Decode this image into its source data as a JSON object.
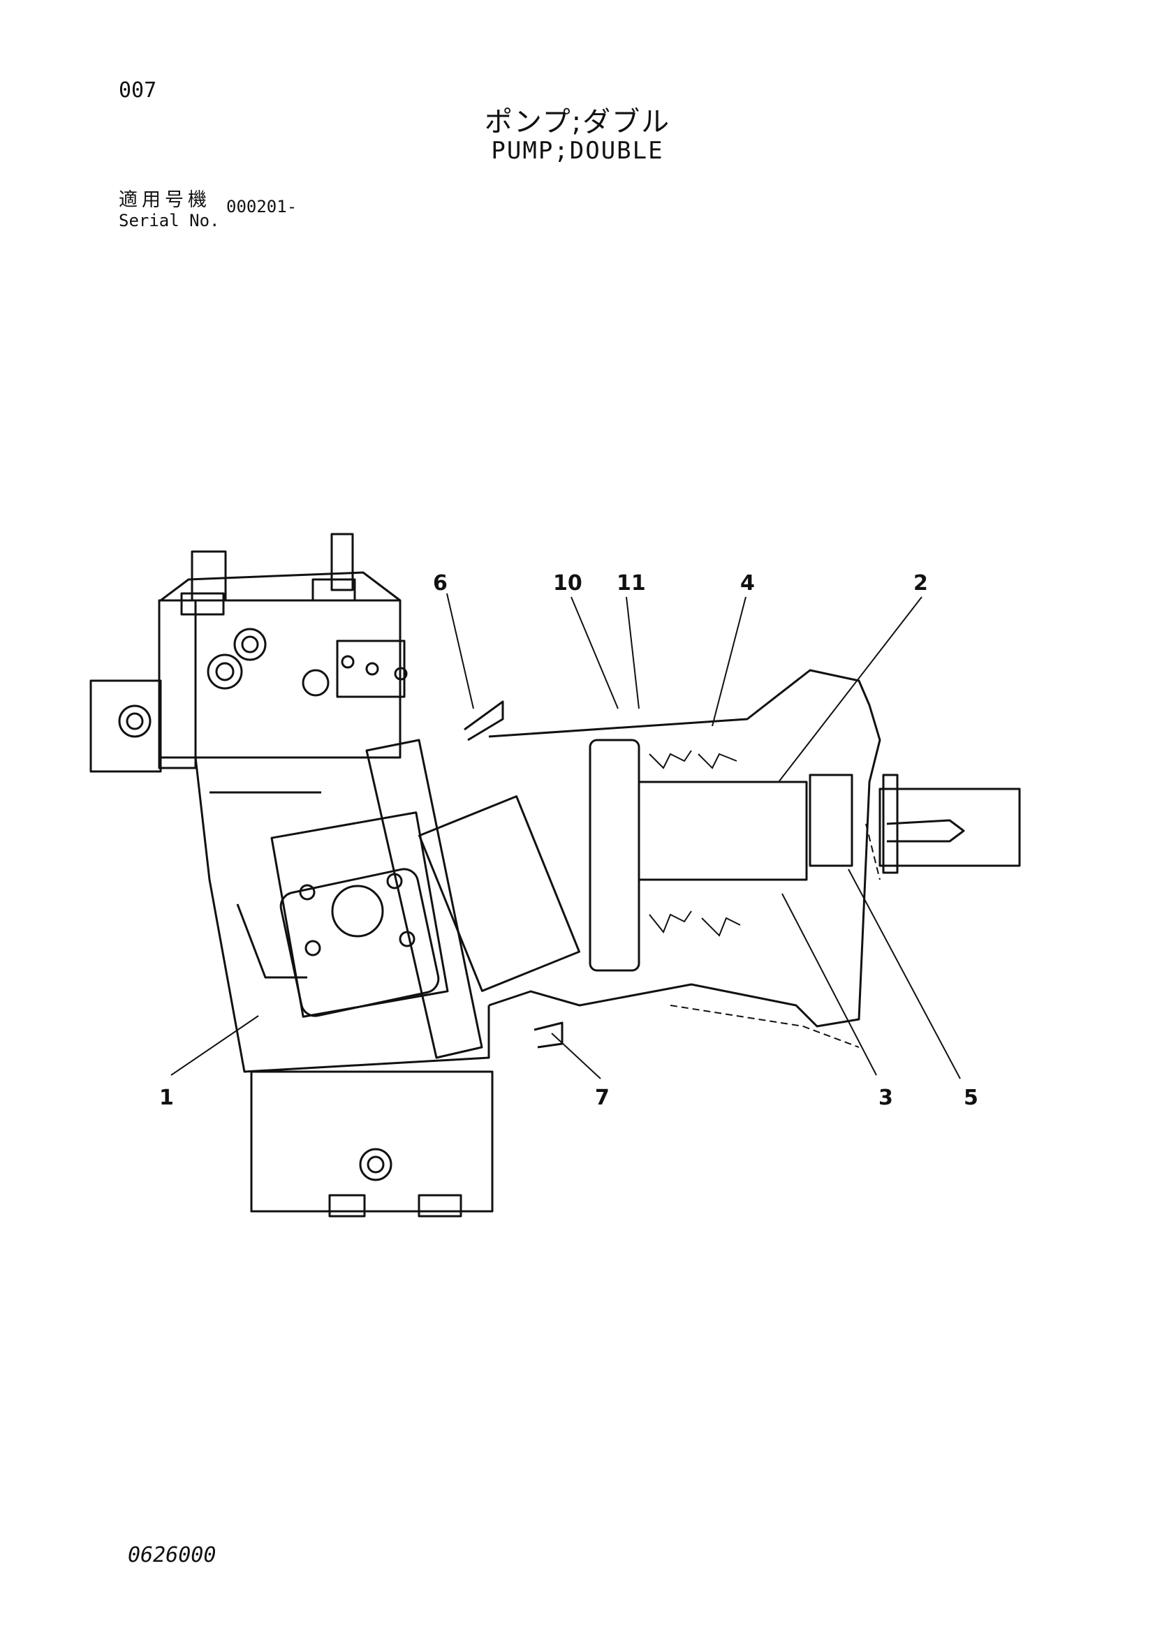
{
  "header": {
    "page_number": "007",
    "title_jp": "ポンプ;ダブル",
    "title_en": "PUMP;DOUBLE",
    "serial_label_jp": "適用号機",
    "serial_label_en": "Serial No.",
    "serial_value": "000201-"
  },
  "diagram": {
    "callouts": [
      {
        "id": "c1",
        "label": "1"
      },
      {
        "id": "c2",
        "label": "2"
      },
      {
        "id": "c3",
        "label": "3"
      },
      {
        "id": "c4",
        "label": "4"
      },
      {
        "id": "c5",
        "label": "5"
      },
      {
        "id": "c6",
        "label": "6"
      },
      {
        "id": "c7",
        "label": "7"
      },
      {
        "id": "c10",
        "label": "10"
      },
      {
        "id": "c11",
        "label": "11"
      }
    ]
  },
  "footer": {
    "drawing_code": "0626000"
  }
}
